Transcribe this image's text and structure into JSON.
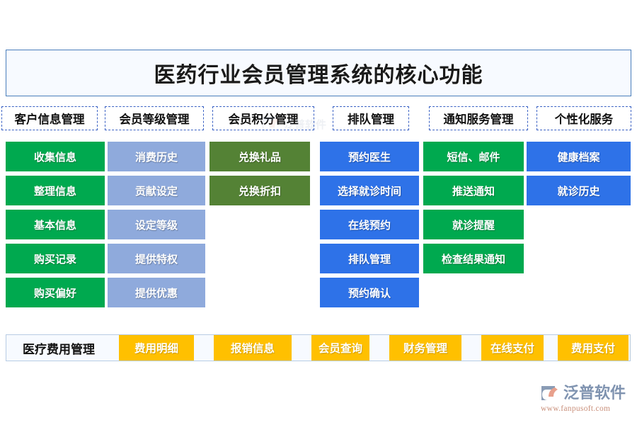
{
  "title": {
    "text": "医药行业会员管理系统的核心功能"
  },
  "colors": {
    "title_border": "#4a7ebb",
    "title_bg": "#f7faff",
    "header_border": "#3b62c4",
    "green": "#00a94f",
    "periwinkle": "#8faadc",
    "dark_green": "#548235",
    "blue": "#2e72e8",
    "orange": "#ffc000",
    "logo_text": "#7f93b0",
    "logo_url": "#c98f7a"
  },
  "columns": [
    {
      "header": "客户信息管理",
      "color_key": "green",
      "items": [
        "收集信息",
        "整理信息",
        "基本信息",
        "购买记录",
        "购买偏好"
      ]
    },
    {
      "header": "会员等级管理",
      "color_key": "periwinkle",
      "items": [
        "消费历史",
        "贡献设定",
        "设定等级",
        "提供特权",
        "提供优惠"
      ]
    },
    {
      "header": "会员积分管理",
      "color_key": "dark_green",
      "items": [
        "兑换礼品",
        "兑换折扣"
      ]
    },
    {
      "header": "排队管理",
      "color_key": "blue",
      "items": [
        "预约医生",
        "选择就诊时间",
        "在线预约",
        "排队管理",
        "预约确认"
      ]
    },
    {
      "header": "通知服务管理",
      "color_key": "green",
      "items": [
        "短信、邮件",
        "推送通知",
        "就诊提醒",
        "检查结果通知"
      ]
    },
    {
      "header": "个性化服务",
      "color_key": "blue",
      "items": [
        "健康档案",
        "就诊历史"
      ]
    }
  ],
  "bottom_bar": {
    "label": "医疗费用管理",
    "chips": [
      "费用明细",
      "报销信息",
      "会员查询",
      "财务管理",
      "在线支付",
      "费用支付"
    ]
  },
  "logo": {
    "name": "泛普软件",
    "url": "www.fanpusoft.com"
  }
}
